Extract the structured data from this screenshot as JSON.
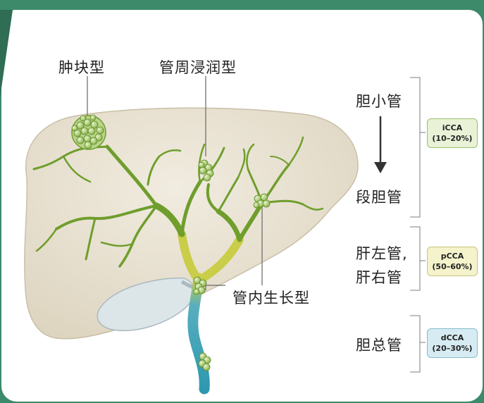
{
  "types": {
    "mass_forming": "肿块型",
    "periductal": "管周浸润型",
    "intraductal": "管内生长型"
  },
  "anatomy": {
    "bile_ductule": "胆小管",
    "segmental_duct": "段胆管",
    "hepatic_ducts_line1": "肝左管,",
    "hepatic_ducts_line2": "肝右管",
    "common_bile_duct": "胆总管"
  },
  "categories": [
    {
      "name": "iCCA",
      "range": "(10–20%)",
      "color": "#e9f2d6",
      "border": "#9bbf70"
    },
    {
      "name": "pCCA",
      "range": "(50–60%)",
      "color": "#f4f3cc",
      "border": "#c9c57a"
    },
    {
      "name": "dCCA",
      "range": "(20–30%)",
      "color": "#d6ecf2",
      "border": "#86bccb"
    }
  ],
  "colors": {
    "frame": "#3d8a6a",
    "liver": "#ede7d8",
    "duct_green": "#6f9e2c",
    "duct_yellow": "#c9cd48",
    "duct_blue": "#3aa3b8",
    "gallbladder": "#d8e2e6"
  }
}
